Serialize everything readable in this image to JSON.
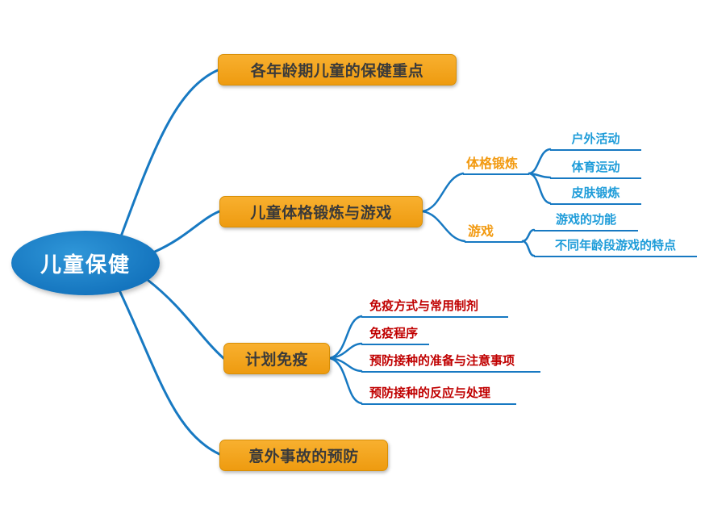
{
  "root": {
    "label": "儿童保健"
  },
  "branches": [
    {
      "label": "各年龄期儿童的保健重点"
    },
    {
      "label": "儿童体格锻炼与游戏",
      "children": [
        {
          "label": "体格锻炼",
          "children": [
            {
              "label": "户外活动"
            },
            {
              "label": "体育运动"
            },
            {
              "label": "皮肤锻炼"
            }
          ]
        },
        {
          "label": "游戏",
          "children": [
            {
              "label": "游戏的功能"
            },
            {
              "label": "不同年龄段游戏的特点"
            }
          ]
        }
      ]
    },
    {
      "label": "计划免疫",
      "children": [
        {
          "label": "免疫方式与常用制剂"
        },
        {
          "label": "免疫程序"
        },
        {
          "label": "预防接种的准备与注意事项"
        },
        {
          "label": "预防接种的反应与处理"
        }
      ]
    },
    {
      "label": "意外事故的预防"
    }
  ],
  "colors": {
    "root_fill": "#1878C8",
    "topic_fill": "#F2A21B",
    "line": "#1779C2",
    "subtopic_text": "#F29A11",
    "leaf_blue_text": "#1E9CD9",
    "leaf_red_text": "#C00000"
  }
}
